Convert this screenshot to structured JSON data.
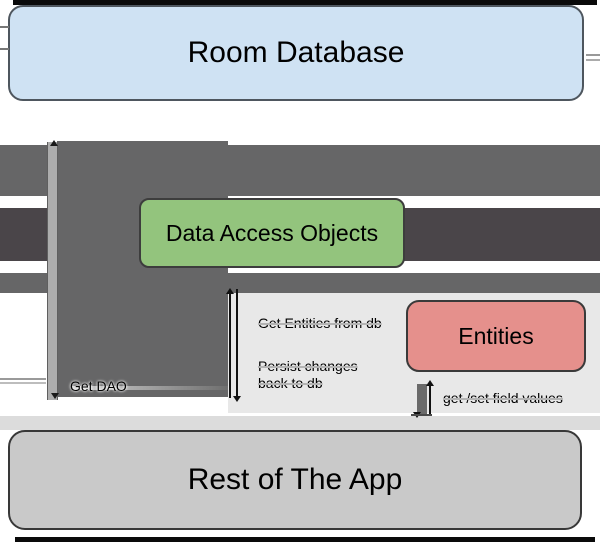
{
  "diagram": {
    "nodes": {
      "room_database": {
        "label": "Room Database",
        "fill": "#cfe2f3"
      },
      "data_access_objects": {
        "label": "Data Access Objects",
        "fill": "#93c47d"
      },
      "entities": {
        "label": "Entities",
        "fill": "#e5908c"
      },
      "rest_of_app": {
        "label": "Rest of The App",
        "fill": "#c9c9c9"
      }
    },
    "edge_labels": {
      "get_dao": "Get DAO",
      "get_entities_from_db": "Get Entities from db",
      "persist_changes_back_to_db": "Persist changes back to db",
      "get_set_field_values": "get /set field values"
    },
    "colors": {
      "thick_arrow_dark": "#666667",
      "thick_arrow_darker": "#4a4549",
      "vertical_shaft_gray": "#adadad",
      "light_panel": "#e8e8e8",
      "bottom_band": "#dcdcdc",
      "letterbox": "#0a0a0a"
    }
  }
}
